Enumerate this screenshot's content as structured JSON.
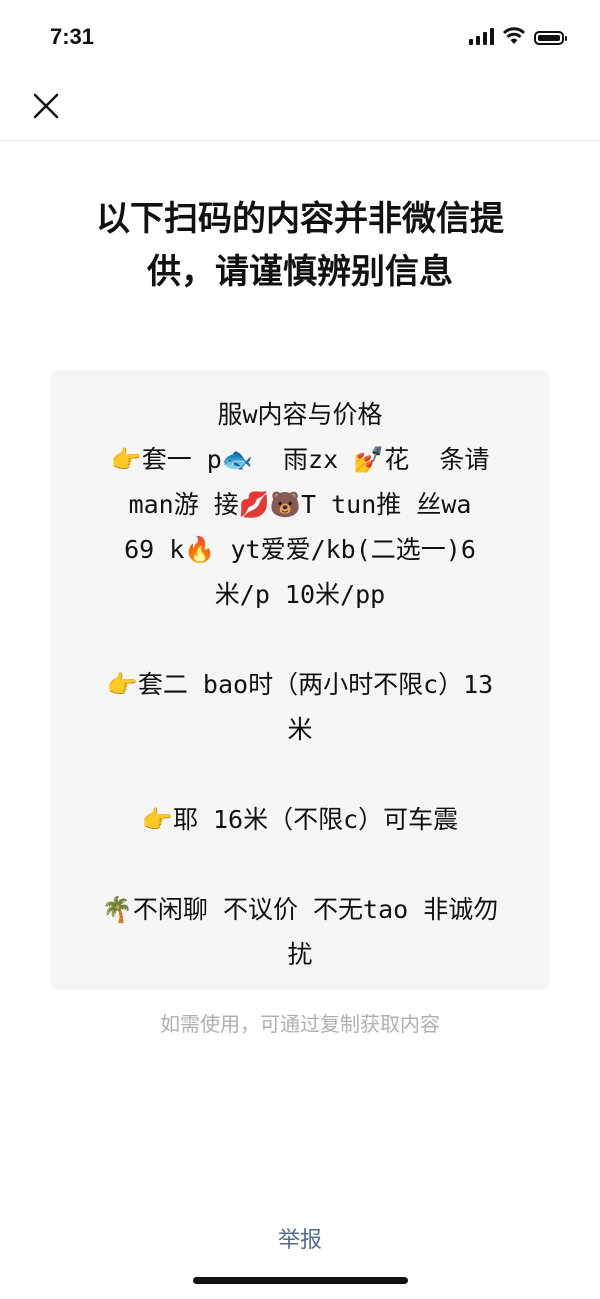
{
  "status_bar": {
    "time": "7:31"
  },
  "nav": {
    "close_icon": "close-icon"
  },
  "warning_title": [
    "以下扫码的内容并非微信提",
    "供，请谨慎辨别信息"
  ],
  "content_lines": [
    "服w内容与价格",
    "👉套一 p🐟  雨zx 💅花  条请",
    "man游 接💋🐻T tun推 丝wa",
    "69 k🔥 yt爱爱/kb(二选一)6",
    "米/p 10米/pp",
    "",
    "👉套二 bao时（两小时不限c）13",
    "米",
    "",
    "👉耶 16米（不限c）可车震",
    "",
    "🌴不闲聊 不议价 不无tao 非诚勿",
    "扰"
  ],
  "hint": "如需使用，可通过复制获取内容",
  "report_label": "举报"
}
